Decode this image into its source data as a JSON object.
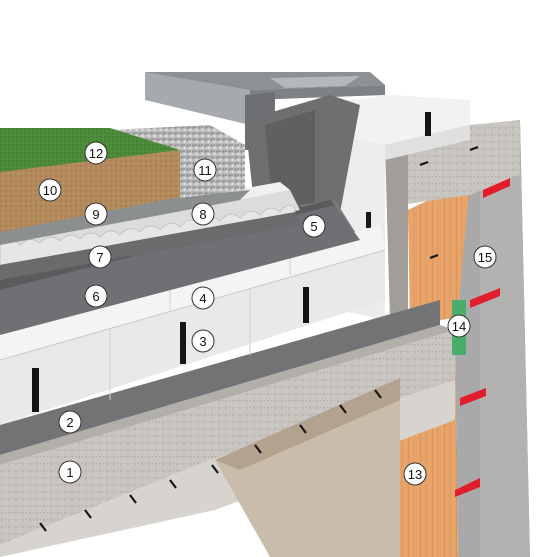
{
  "callouts": [
    {
      "id": "1",
      "label": "1"
    },
    {
      "id": "2",
      "label": "2"
    },
    {
      "id": "3",
      "label": "3"
    },
    {
      "id": "4",
      "label": "4"
    },
    {
      "id": "5",
      "label": "5"
    },
    {
      "id": "6",
      "label": "6"
    },
    {
      "id": "7",
      "label": "7"
    },
    {
      "id": "8",
      "label": "8"
    },
    {
      "id": "9",
      "label": "9"
    },
    {
      "id": "10",
      "label": "10"
    },
    {
      "id": "11",
      "label": "11"
    },
    {
      "id": "12",
      "label": "12"
    },
    {
      "id": "13",
      "label": "13"
    },
    {
      "id": "14",
      "label": "14"
    },
    {
      "id": "15",
      "label": "15"
    }
  ],
  "colors": {
    "concrete": "#c9c6c2",
    "concrete_dark": "#a9a6a2",
    "insulation": "#ebebeb",
    "membrane": "#6f7072",
    "membrane_dark": "#595a5c",
    "soil": "#b48b5c",
    "grass": "#4e8c3b",
    "gravel": "#c4c4c4",
    "brick": "#e8a56a",
    "render": "#a8a8a8",
    "parapet_cap": "#8e9196",
    "seal_green": "#4cae6c",
    "mark_red": "#e02030",
    "joint_black": "#151515"
  }
}
